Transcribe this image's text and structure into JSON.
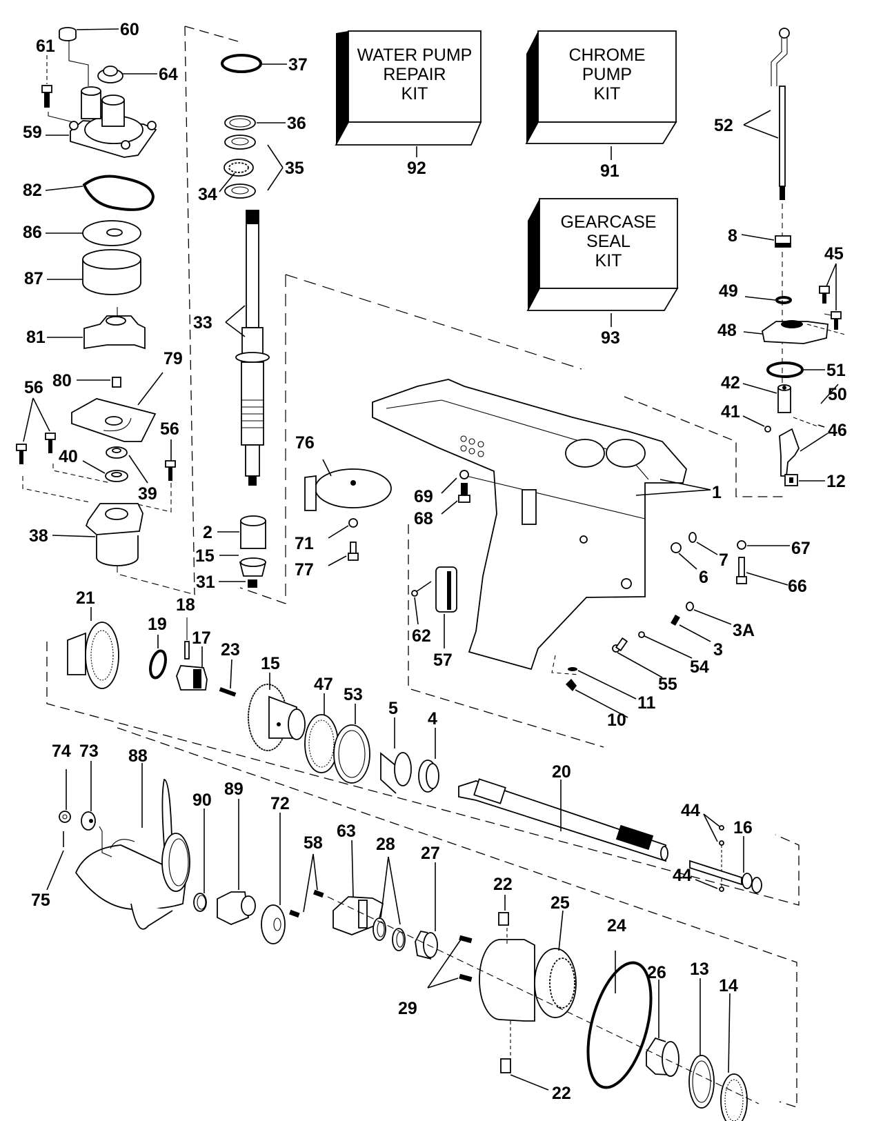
{
  "diagram": {
    "title": "Gearcase exploded parts diagram",
    "kits": [
      {
        "id": "92",
        "lines": [
          "WATER PUMP",
          "REPAIR",
          "KIT"
        ]
      },
      {
        "id": "91",
        "lines": [
          "CHROME",
          "PUMP",
          "KIT"
        ]
      },
      {
        "id": "93",
        "lines": [
          "GEARCASE",
          "SEAL",
          "KIT"
        ]
      }
    ],
    "callouts": {
      "c60": "60",
      "c61": "61",
      "c64": "64",
      "c59": "59",
      "c82": "82",
      "c86": "86",
      "c87": "87",
      "c81": "81",
      "c80": "80",
      "c79": "79",
      "c56a": "56",
      "c56b": "56",
      "c40": "40",
      "c39": "39",
      "c38": "38",
      "c37": "37",
      "c36": "36",
      "c35": "35",
      "c34": "34",
      "c33": "33",
      "c2": "2",
      "c15a": "15",
      "c31": "31",
      "c52": "52",
      "c8": "8",
      "c45": "45",
      "c49": "49",
      "c48": "48",
      "c51": "51",
      "c42": "42",
      "c50": "50",
      "c41": "41",
      "c46": "46",
      "c12": "12",
      "c1": "1",
      "c76": "76",
      "c69": "69",
      "c68": "68",
      "c71": "71",
      "c77": "77",
      "c67": "67",
      "c7": "7",
      "c6": "6",
      "c66": "66",
      "c62": "62",
      "c57": "57",
      "c3A": "3A",
      "c3": "3",
      "c54": "54",
      "c55": "55",
      "c11": "11",
      "c10": "10",
      "c21": "21",
      "c19": "19",
      "c18": "18",
      "c17": "17",
      "c23": "23",
      "c15b": "15",
      "c47": "47",
      "c53": "53",
      "c5": "5",
      "c4": "4",
      "c20": "20",
      "c44a": "44",
      "c44b": "44",
      "c16": "16",
      "c74": "74",
      "c73": "73",
      "c75": "75",
      "c88": "88",
      "c90": "90",
      "c89": "89",
      "c72": "72",
      "c58": "58",
      "c63": "63",
      "c28": "28",
      "c27": "27",
      "c22a": "22",
      "c22b": "22",
      "c25": "25",
      "c24": "24",
      "c26": "26",
      "c13": "13",
      "c14": "14",
      "c29": "29"
    }
  }
}
